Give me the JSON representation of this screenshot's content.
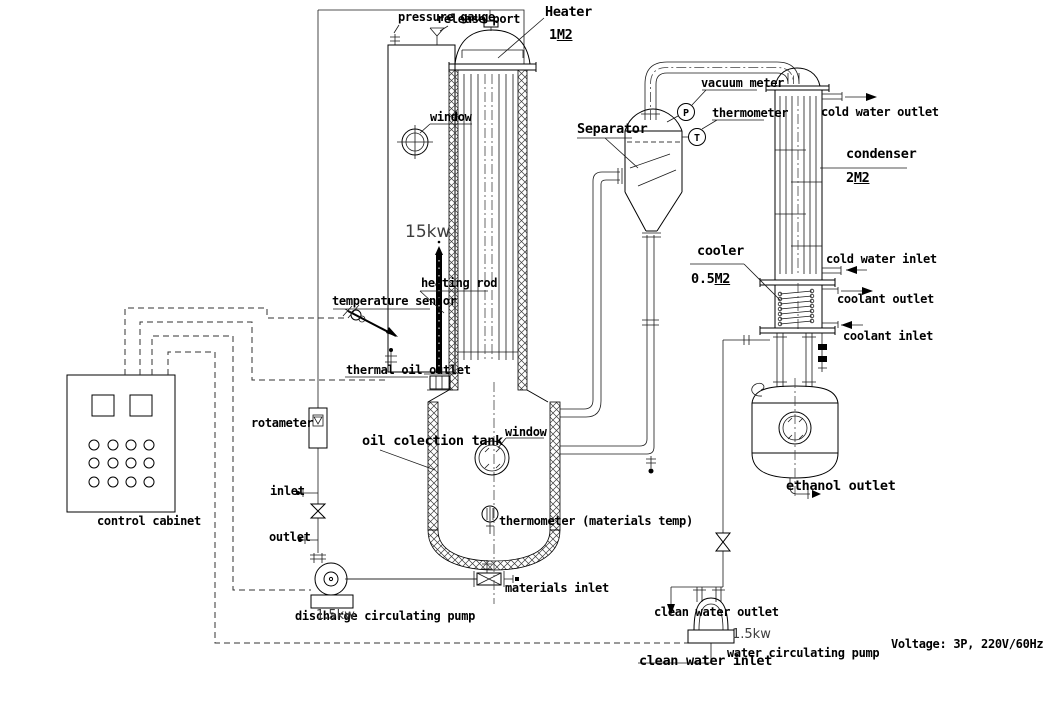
{
  "labels": {
    "pressure_gauge": "pressure gauge",
    "release_port": "release port",
    "heater": "Heater",
    "window_heater": "window",
    "vacuum_meter": "vacuum meter",
    "thermometer_top": "thermometer",
    "separator": "Separator",
    "cold_water_outlet": "cold water outlet",
    "condenser": "condenser",
    "power_heating_rod": "15kw",
    "heating_rod": "heating rod",
    "temperature_sensor": "temperature sensor",
    "thermal_oil_outlet": "thermal oil outlet",
    "cooler": "cooler",
    "cold_water_inlet": "cold water inlet",
    "coolant_outlet": "coolant outlet",
    "coolant_inlet": "coolant inlet",
    "rotameter": "rotameter",
    "oil_collection_tank": "oil colection tank",
    "window_tank": "window",
    "inlet": "inlet",
    "outlet": "outlet",
    "control_cabinet": "control cabinet",
    "thermometer_materials": "thermometer (materials temp)",
    "materials_inlet": "materials inlet",
    "discharge_pump": "discharge circulating pump",
    "discharge_pump_power": "1.5kw",
    "ethanol_outlet": "ethanol outlet",
    "clean_water_outlet": "clean water outlet",
    "water_pump_power": "1.5kw",
    "water_circulating_pump": "water circulating pump",
    "clean_water_inlet": "clean water inlet",
    "voltage_note": "Voltage: 3P, 220V/60Hz"
  },
  "areas": {
    "heater": {
      "num": "1",
      "unit": "M2"
    },
    "condenser": {
      "num": "2",
      "unit": "M2"
    },
    "cooler": {
      "num": "0.5",
      "unit": "M2"
    }
  },
  "instruments": {
    "vacuum_meter_tag": "P",
    "thermometer_tag": "T"
  },
  "colors": {
    "line": "#000000",
    "background": "#ffffff"
  }
}
